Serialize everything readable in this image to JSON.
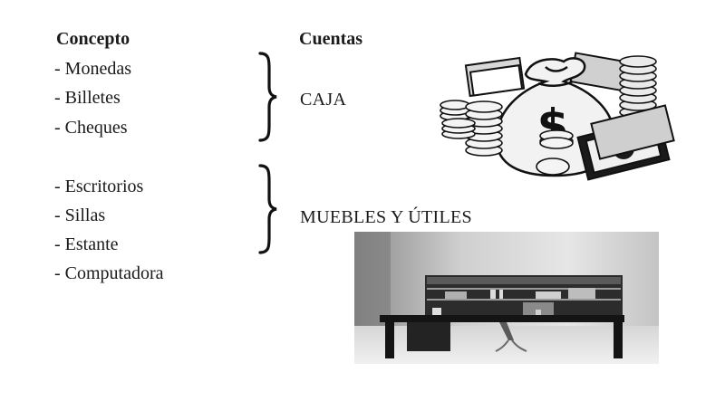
{
  "headers": {
    "concepto": "Concepto",
    "cuentas": "Cuentas"
  },
  "groups": [
    {
      "items": [
        "- Monedas",
        "- Billetes",
        "- Cheques"
      ],
      "account": "CAJA",
      "image": "money-bag-coins-bills-icon"
    },
    {
      "items": [
        "- Escritorios",
        "- Sillas",
        "- Estante",
        "- Computadora"
      ],
      "account": "MUEBLES Y ÚTILES",
      "image": "office-furniture-photo"
    }
  ]
}
